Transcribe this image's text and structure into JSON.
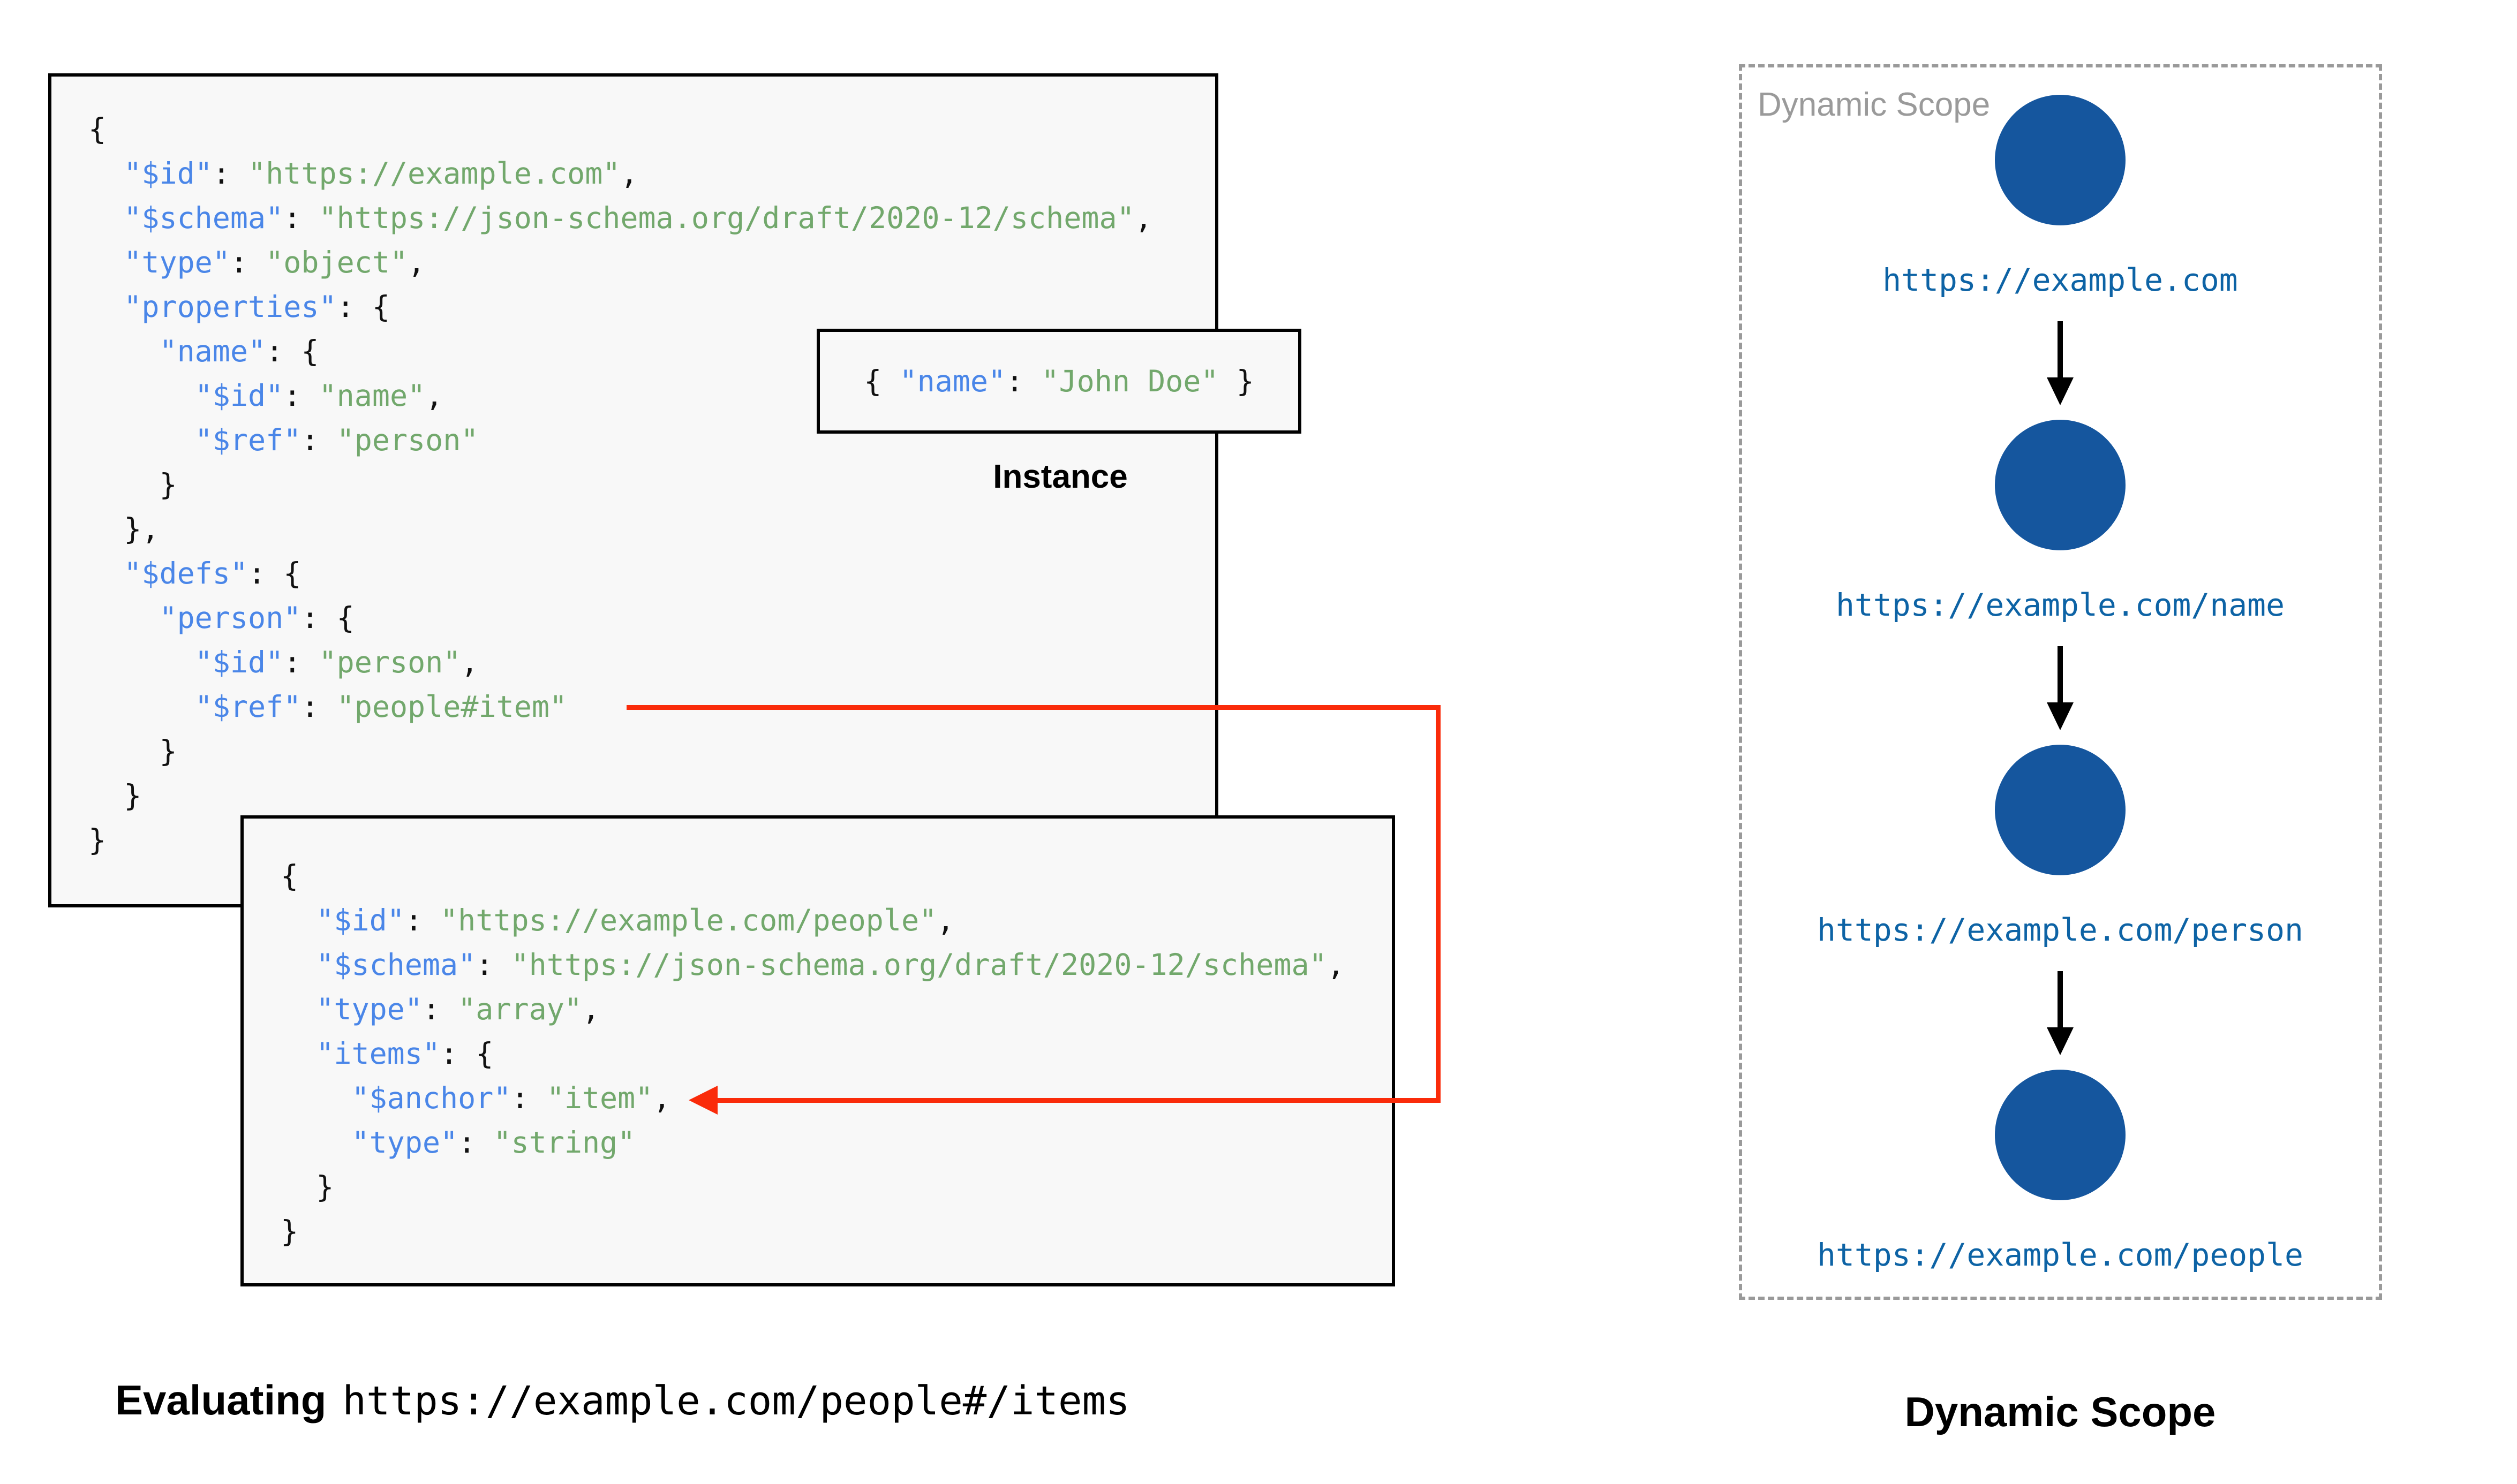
{
  "colors": {
    "key_blue": "#4a86e8",
    "string_green": "#72a86c",
    "punctuation_black": "#111111",
    "box_fill": "#f8f8f8",
    "box_border": "#000000",
    "red_connector": "#fa2b0a",
    "node_circle_blue": "#15569e",
    "node_url_blue": "#0d63a5",
    "panel_dash_gray": "#9a9a9a",
    "panel_label_gray": "#9a9a9a"
  },
  "schema_main": {
    "lines": [
      [
        [
          "p",
          "{"
        ]
      ],
      [
        [
          "p",
          "  "
        ],
        [
          "k",
          "\"$id\""
        ],
        [
          "p",
          ": "
        ],
        [
          "s",
          "\"https://example.com\""
        ],
        [
          "p",
          ","
        ]
      ],
      [
        [
          "p",
          "  "
        ],
        [
          "k",
          "\"$schema\""
        ],
        [
          "p",
          ": "
        ],
        [
          "s",
          "\"https://json-schema.org/draft/2020-12/schema\""
        ],
        [
          "p",
          ","
        ]
      ],
      [
        [
          "p",
          "  "
        ],
        [
          "k",
          "\"type\""
        ],
        [
          "p",
          ": "
        ],
        [
          "s",
          "\"object\""
        ],
        [
          "p",
          ","
        ]
      ],
      [
        [
          "p",
          "  "
        ],
        [
          "k",
          "\"properties\""
        ],
        [
          "p",
          ": {"
        ]
      ],
      [
        [
          "p",
          "    "
        ],
        [
          "k",
          "\"name\""
        ],
        [
          "p",
          ": {"
        ]
      ],
      [
        [
          "p",
          "      "
        ],
        [
          "k",
          "\"$id\""
        ],
        [
          "p",
          ": "
        ],
        [
          "s",
          "\"name\""
        ],
        [
          "p",
          ","
        ]
      ],
      [
        [
          "p",
          "      "
        ],
        [
          "k",
          "\"$ref\""
        ],
        [
          "p",
          ": "
        ],
        [
          "s",
          "\"person\""
        ]
      ],
      [
        [
          "p",
          "    }"
        ]
      ],
      [
        [
          "p",
          "  },"
        ]
      ],
      [
        [
          "p",
          "  "
        ],
        [
          "k",
          "\"$defs\""
        ],
        [
          "p",
          ": {"
        ]
      ],
      [
        [
          "p",
          "    "
        ],
        [
          "k",
          "\"person\""
        ],
        [
          "p",
          ": {"
        ]
      ],
      [
        [
          "p",
          "      "
        ],
        [
          "k",
          "\"$id\""
        ],
        [
          "p",
          ": "
        ],
        [
          "s",
          "\"person\""
        ],
        [
          "p",
          ","
        ]
      ],
      [
        [
          "p",
          "      "
        ],
        [
          "k",
          "\"$ref\""
        ],
        [
          "p",
          ": "
        ],
        [
          "s",
          "\"people#item\""
        ]
      ],
      [
        [
          "p",
          "    }"
        ]
      ],
      [
        [
          "p",
          "  }"
        ]
      ],
      [
        [
          "p",
          "}"
        ]
      ]
    ]
  },
  "schema_people": {
    "lines": [
      [
        [
          "p",
          "{"
        ]
      ],
      [
        [
          "p",
          "  "
        ],
        [
          "k",
          "\"$id\""
        ],
        [
          "p",
          ": "
        ],
        [
          "s",
          "\"https://example.com/people\""
        ],
        [
          "p",
          ","
        ]
      ],
      [
        [
          "p",
          "  "
        ],
        [
          "k",
          "\"$schema\""
        ],
        [
          "p",
          ": "
        ],
        [
          "s",
          "\"https://json-schema.org/draft/2020-12/schema\""
        ],
        [
          "p",
          ","
        ]
      ],
      [
        [
          "p",
          "  "
        ],
        [
          "k",
          "\"type\""
        ],
        [
          "p",
          ": "
        ],
        [
          "s",
          "\"array\""
        ],
        [
          "p",
          ","
        ]
      ],
      [
        [
          "p",
          "  "
        ],
        [
          "k",
          "\"items\""
        ],
        [
          "p",
          ": {"
        ]
      ],
      [
        [
          "p",
          "    "
        ],
        [
          "k",
          "\"$anchor\""
        ],
        [
          "p",
          ": "
        ],
        [
          "s",
          "\"item\""
        ],
        [
          "p",
          ","
        ]
      ],
      [
        [
          "p",
          "    "
        ],
        [
          "k",
          "\"type\""
        ],
        [
          "p",
          ": "
        ],
        [
          "s",
          "\"string\""
        ]
      ],
      [
        [
          "p",
          "  }"
        ]
      ],
      [
        [
          "p",
          "}"
        ]
      ]
    ]
  },
  "instance": {
    "label": "Instance",
    "lines": [
      [
        [
          "p",
          "{ "
        ],
        [
          "k",
          "\"name\""
        ],
        [
          "p",
          ": "
        ],
        [
          "s",
          "\"John Doe\""
        ],
        [
          "p",
          " }"
        ]
      ]
    ]
  },
  "dynamic_scope": {
    "panel_label": "Dynamic Scope",
    "caption": "Dynamic Scope",
    "nodes": [
      {
        "url": "https://example.com"
      },
      {
        "url": "https://example.com/name"
      },
      {
        "url": "https://example.com/person"
      },
      {
        "url": "https://example.com/people"
      }
    ]
  },
  "evaluating": {
    "prefix": "Evaluating",
    "uri": "https://example.com/people#/items"
  }
}
